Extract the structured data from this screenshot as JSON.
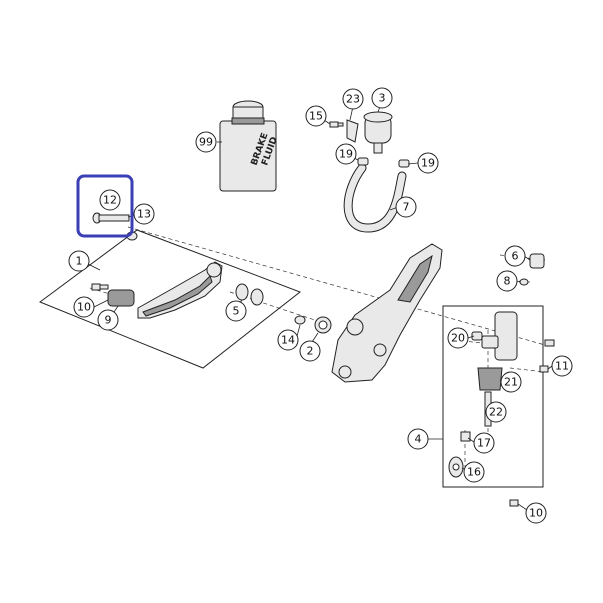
{
  "diagram": {
    "bottle_label_line1": "BRAKE",
    "bottle_label_line2": "FLUID",
    "highlight_color": "#3b3fb5",
    "callouts": {
      "c1": "1",
      "c2": "2",
      "c3": "3",
      "c4": "4",
      "c5": "5",
      "c6": "6",
      "c7": "7",
      "c8": "8",
      "c9": "9",
      "c10a": "10",
      "c10b": "10",
      "c11": "11",
      "c12": "12",
      "c13": "13",
      "c14": "14",
      "c15": "15",
      "c16": "16",
      "c17": "17",
      "c19a": "19",
      "c19b": "19",
      "c20": "20",
      "c21": "21",
      "c22": "22",
      "c23": "23",
      "c99": "99"
    }
  }
}
